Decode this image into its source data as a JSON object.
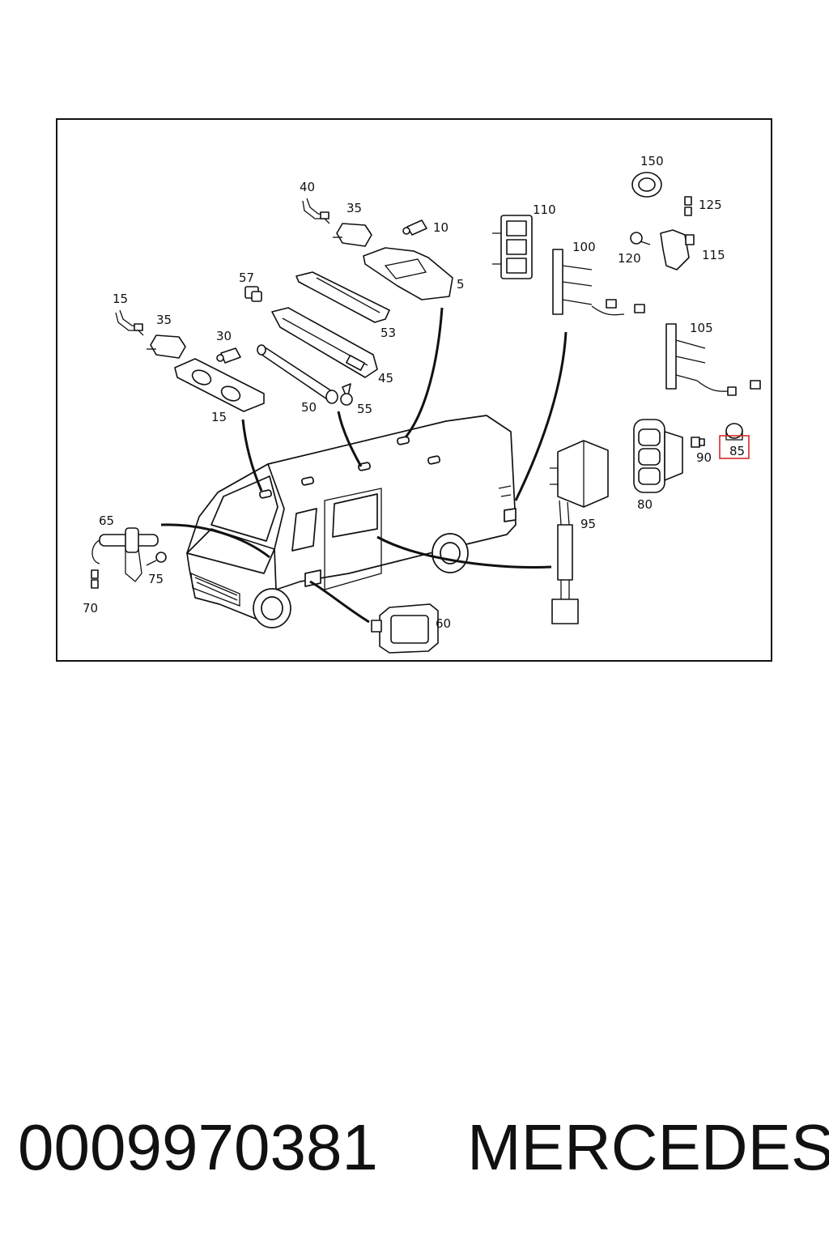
{
  "diagram": {
    "callouts": [
      "150",
      "125",
      "115",
      "120",
      "110",
      "100",
      "105",
      "40",
      "35",
      "10",
      "5",
      "57",
      "53",
      "45",
      "55",
      "50",
      "30",
      "15",
      "85",
      "90",
      "80",
      "95",
      "65",
      "75",
      "70",
      "60"
    ],
    "highlighted_part": "85",
    "highlight_color": "#d62b2b"
  },
  "footer": {
    "part_number": "0009970381",
    "brand": "MERCEDES"
  }
}
